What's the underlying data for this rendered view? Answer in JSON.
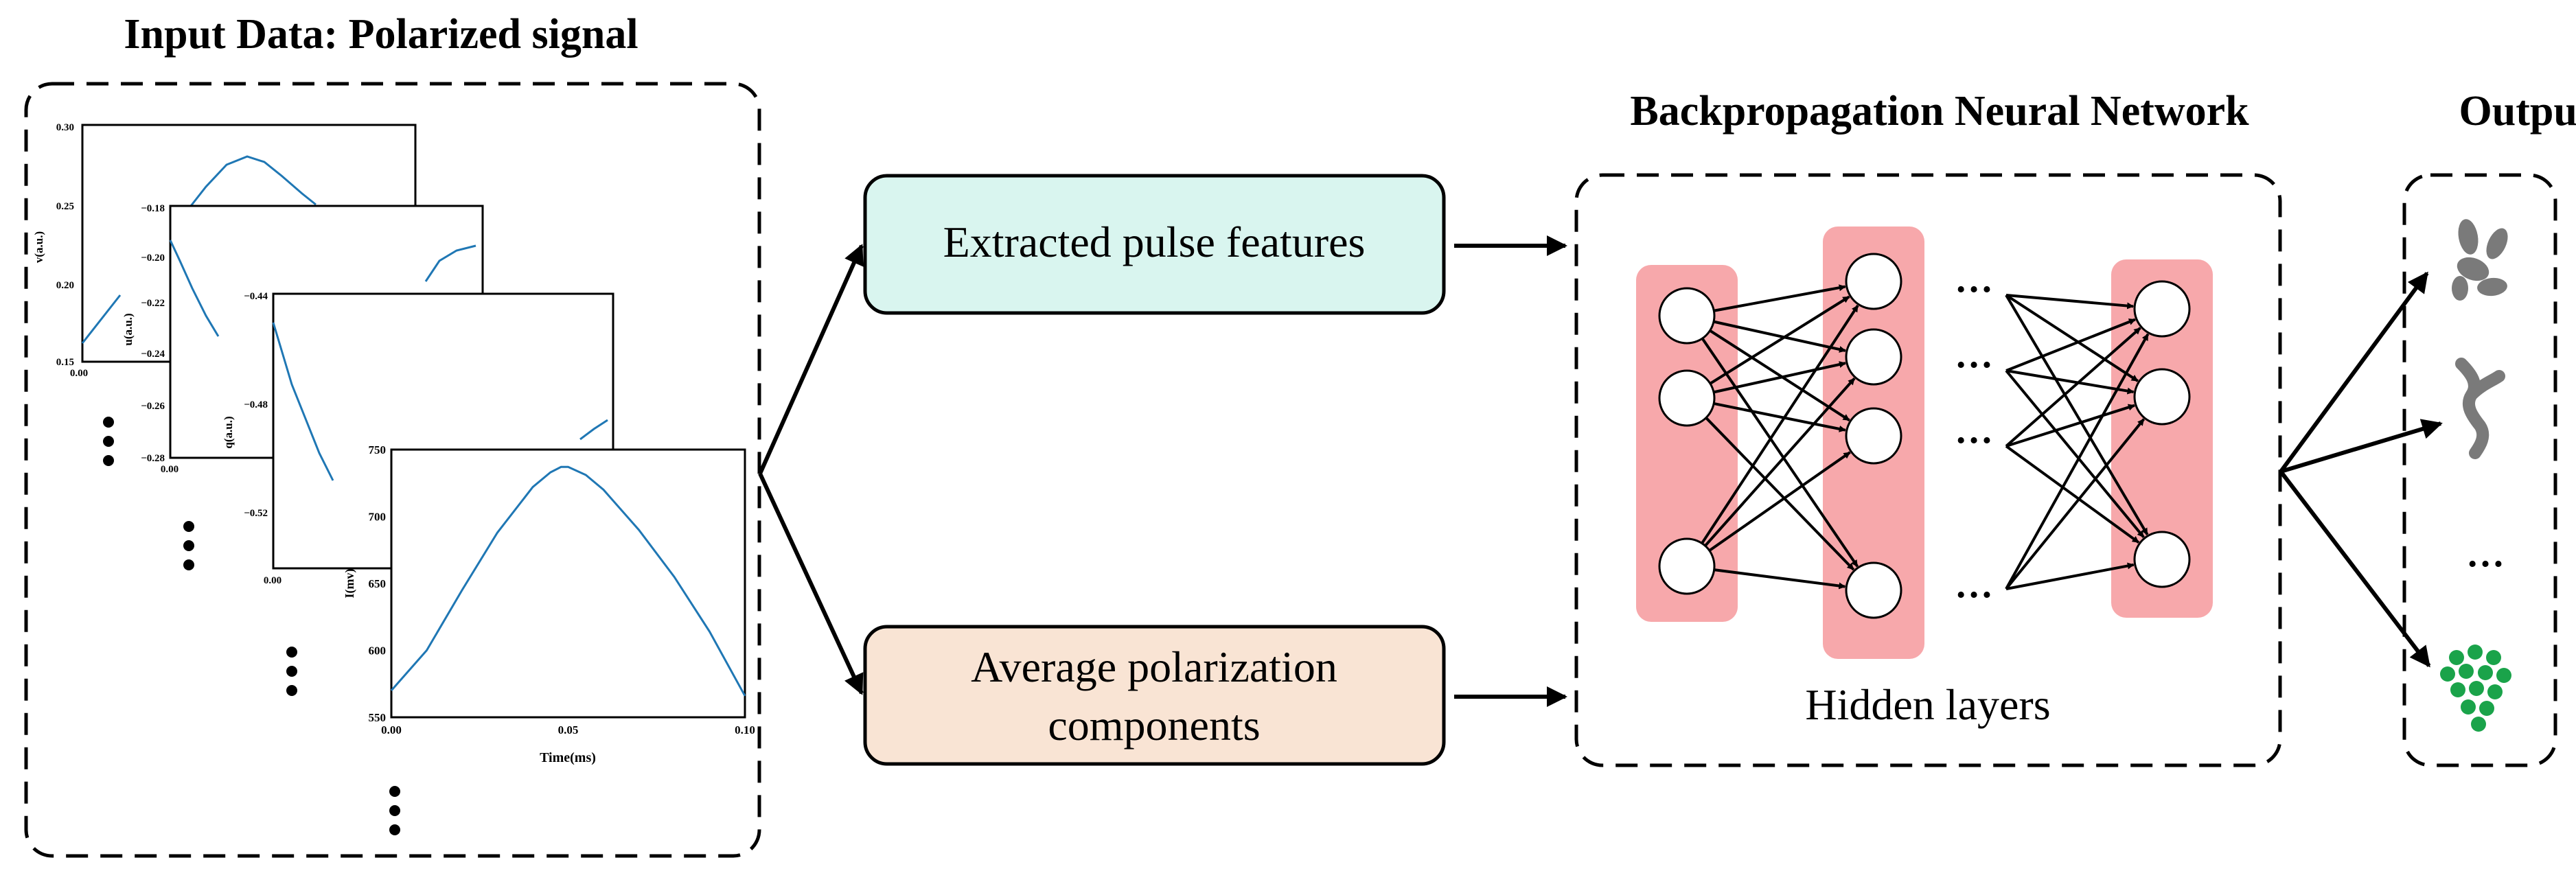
{
  "titles": {
    "input": "Input Data: Polarized signal",
    "network": "Backpropagation Neural Network",
    "output": "Output"
  },
  "boxes": {
    "features": "Extracted pulse features",
    "avg_line1": "Average polarization",
    "avg_line2": "components"
  },
  "network": {
    "hidden_label": "Hidden layers",
    "ellipsis": "…"
  },
  "plots": {
    "v": {
      "ylabel": "v(a.u.)",
      "yticks": [
        "0.30",
        "0.25",
        "0.20",
        "0.15"
      ],
      "xtick0": "0.00"
    },
    "u": {
      "ylabel": "u(a.u.)",
      "yticks": [
        "−0.18",
        "−0.20",
        "−0.22",
        "−0.24",
        "−0.26",
        "−0.28"
      ],
      "xtick0": "0.00"
    },
    "q": {
      "ylabel": "q(a.u.)",
      "yticks": [
        "−0.44",
        "−0.48",
        "−0.52"
      ],
      "xtick0": "0.00"
    },
    "I": {
      "ylabel": "I(mv)",
      "yticks": [
        "750",
        "700",
        "650",
        "600",
        "550"
      ],
      "xticks": [
        "0.00",
        "0.05",
        "0.10"
      ],
      "xlabel": "Time(ms)"
    }
  },
  "chart_data": {
    "type": "line",
    "title": "",
    "xlabel": "Time(ms)",
    "ylabel": "I(mv)",
    "xlim": [
      0,
      0.1
    ],
    "ylim": [
      550,
      750
    ],
    "series": [
      {
        "x": [
          0.0,
          0.01,
          0.02,
          0.03,
          0.04,
          0.045,
          0.048,
          0.05,
          0.055,
          0.06,
          0.07,
          0.08,
          0.09,
          0.1
        ],
        "y": [
          570,
          600,
          645,
          688,
          722,
          733,
          737,
          737,
          731,
          720,
          690,
          655,
          614,
          566
        ]
      }
    ]
  },
  "colors": {
    "signal": "#1f77b4",
    "features_fill": "#d9f5ef",
    "avg_fill": "#f9e4d4",
    "layer_fill": "#f7a8ab",
    "bacteria_gray": "#7a7a7a",
    "cocci_green": "#1aa34a"
  },
  "icons": [
    "rod-bacteria-icon",
    "filament-bacteria-icon",
    "cocci-cluster-icon"
  ]
}
